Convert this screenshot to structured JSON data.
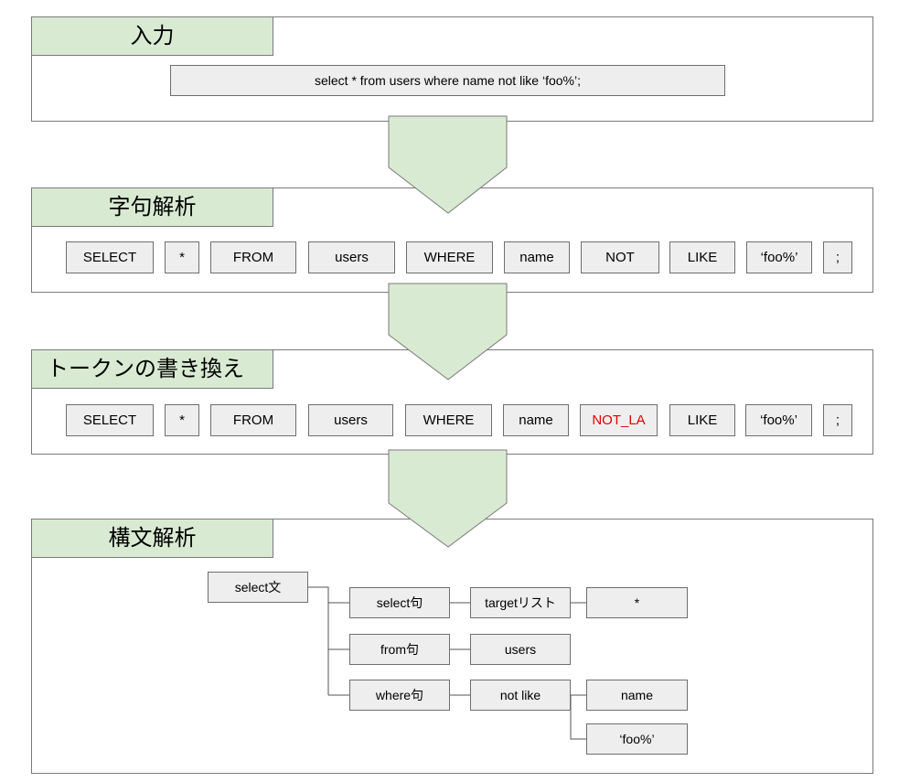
{
  "colors": {
    "title_fill": "#d9ead3",
    "box_fill": "#eeeeee",
    "highlight_text": "#e00000",
    "border": "#6e6e6e"
  },
  "input": {
    "title": "入力",
    "query": "select * from users where name not like ‘foo%’;"
  },
  "lexical": {
    "title": "字句解析",
    "tokens": [
      "SELECT",
      "*",
      "FROM",
      "users",
      "WHERE",
      "name",
      "NOT",
      "LIKE",
      "‘foo%’",
      ";"
    ]
  },
  "rewrite": {
    "title": "トークンの書き換え",
    "tokens": [
      "SELECT",
      "*",
      "FROM",
      "users",
      "WHERE",
      "name",
      "NOT_LA",
      "LIKE",
      "‘foo%’",
      ";"
    ]
  },
  "parse": {
    "title": "構文解析",
    "root": "select文",
    "select_clause": "select句",
    "target_list": "targetリスト",
    "star": "*",
    "from_clause": "from句",
    "table": "users",
    "where_clause": "where句",
    "operator": "not like",
    "column": "name",
    "pattern": "‘foo%’"
  }
}
